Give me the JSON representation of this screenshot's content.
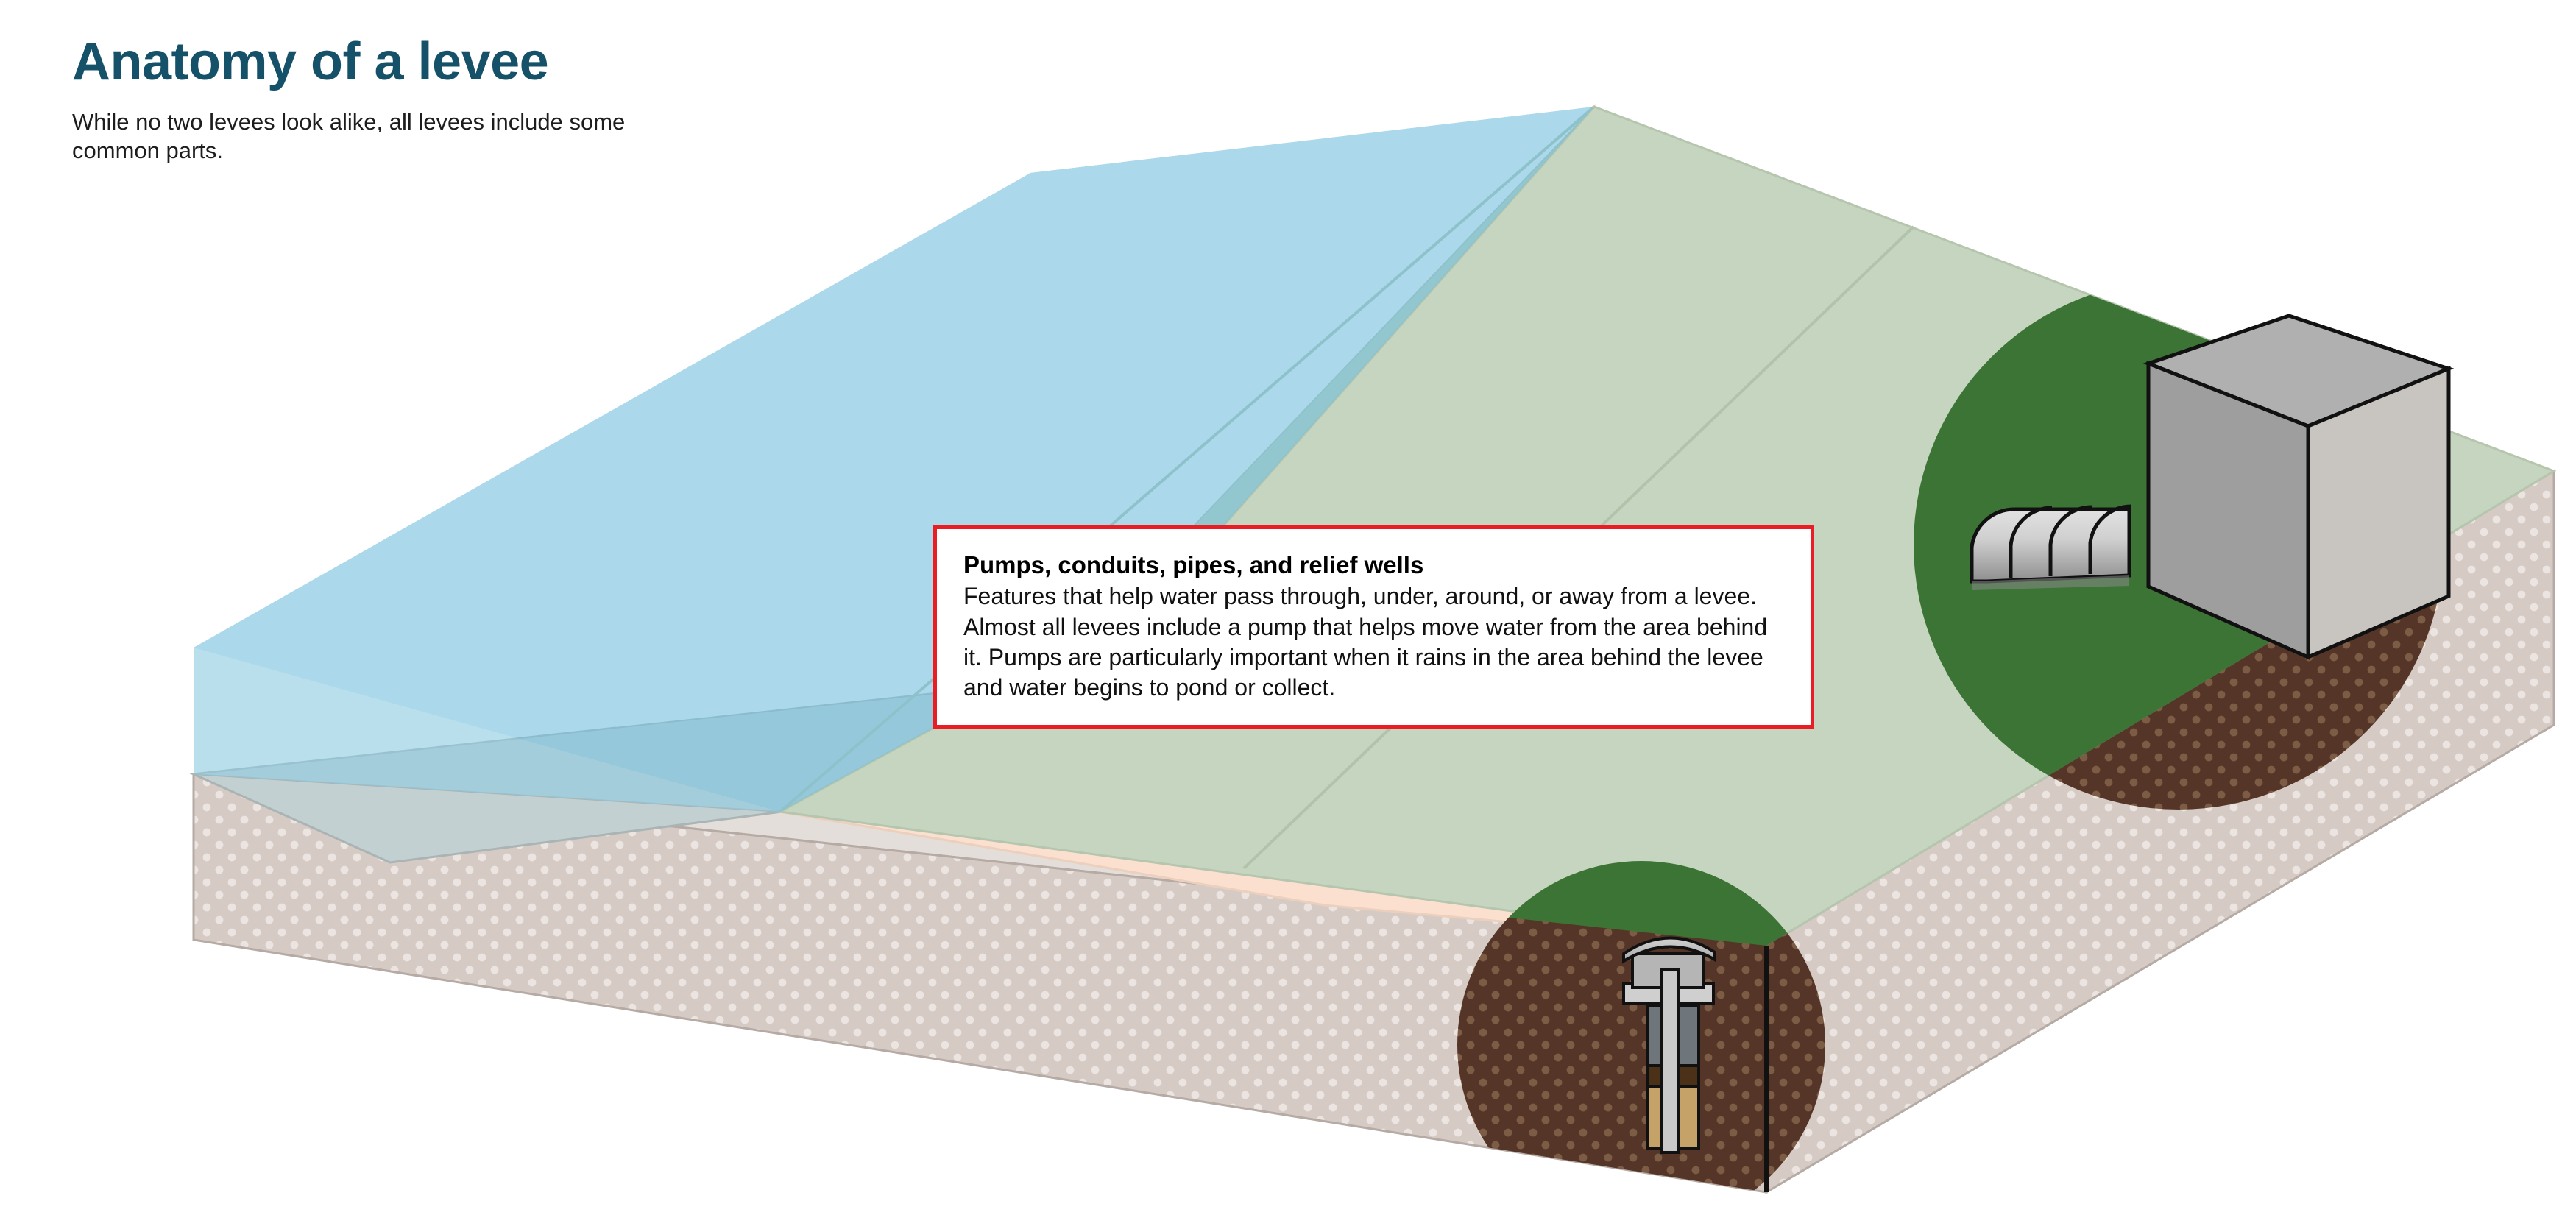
{
  "header": {
    "title": "Anatomy of a levee",
    "subtitle": "While no two levees look alike, all levees include some common parts."
  },
  "callout": {
    "title": "Pumps, conduits, pipes, and relief wells",
    "body": "Features that help water pass through, under, around, or away from a levee. Almost all levees include a pump that helps move water from the area behind it. Pumps are particularly important when it rains in the area behind the levee and water begins to pond or collect.",
    "border_color": "#ea1c24",
    "background_color": "#ffffff"
  },
  "diagram": {
    "type": "isometric-cutaway-illustration",
    "subject": "levee cross-section block diagram",
    "parts": [
      {
        "name": "water-body",
        "label": "Water (river side)",
        "color": "#a8d4e6"
      },
      {
        "name": "water-top-face",
        "label": "Water surface",
        "color": "#9ed0e4"
      },
      {
        "name": "riverside-slope",
        "label": "Riverside slope",
        "color": "#fbe0d0"
      },
      {
        "name": "levee-crown",
        "label": "Levee crown and landside",
        "color": "#c6d5bf"
      },
      {
        "name": "foundation-slab",
        "label": "Foundation soil",
        "color": "#d5cbc4"
      },
      {
        "name": "submerged-bed",
        "label": "Submerged bed",
        "color": "#c3d0d1"
      },
      {
        "name": "highlight-region",
        "label": "Feature highlight area",
        "color": "#3b7434"
      },
      {
        "name": "highlight-subsoil",
        "label": "Highlighted subsurface soil",
        "color": "#553527"
      },
      {
        "name": "pump-station",
        "label": "Pump station building",
        "color": "#a6a6a6"
      },
      {
        "name": "conduit-pipe",
        "label": "Corrugated conduit pipe",
        "color": "#b9b9b9"
      },
      {
        "name": "relief-well",
        "label": "Relief well",
        "color": "#b3b3b3"
      },
      {
        "name": "well-filter-pack",
        "label": "Relief well filter pack",
        "color": "#c5a368"
      },
      {
        "name": "well-seal",
        "label": "Relief well seal",
        "color": "#4b3118"
      }
    ],
    "palette": {
      "title_teal": "#155168",
      "callout_red": "#ea1c24",
      "water_blue": "#a8d4e6",
      "levee_green": "#c6d5bf",
      "slope_peach": "#fbe0d0",
      "soil_taupe": "#d5cbc4",
      "highlight_green": "#3b7434",
      "highlight_soil": "#553527",
      "pump_gray": "#a6a6a6",
      "background": "#ffffff"
    }
  }
}
